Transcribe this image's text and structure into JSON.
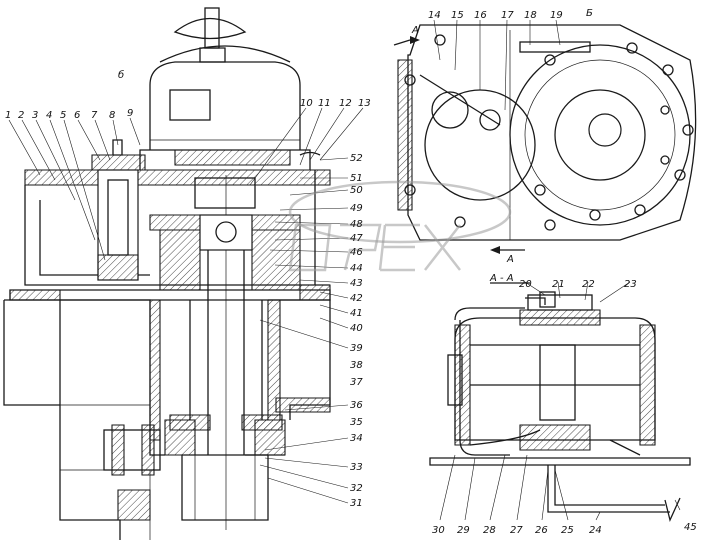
{
  "watermark": {
    "text": "DREX"
  },
  "view_labels": {
    "view_b_top": "б",
    "view_b_main": "Б",
    "section_a_arrow_left": "А",
    "section_a_arrow_right": "А",
    "section_a_a": "А - А"
  },
  "callouts": {
    "c1": "1",
    "c2": "2",
    "c3": "3",
    "c4": "4",
    "c5": "5",
    "c6": "6",
    "c7": "7",
    "c8": "8",
    "c9": "9",
    "c10": "10",
    "c11": "11",
    "c12": "12",
    "c13": "13",
    "c14": "14",
    "c15": "15",
    "c16": "16",
    "c17": "17",
    "c18": "18",
    "c19": "19",
    "c20": "20",
    "c21": "21",
    "c22": "22",
    "c23": "23",
    "c24": "24",
    "c25": "25",
    "c26": "26",
    "c27": "27",
    "c28": "28",
    "c29": "29",
    "c30": "30",
    "c31": "31",
    "c32": "32",
    "c33": "33",
    "c34": "34",
    "c35": "35",
    "c36": "36",
    "c37": "37",
    "c38": "38",
    "c39": "39",
    "c40": "40",
    "c41": "41",
    "c42": "42",
    "c43": "43",
    "c44": "44",
    "c45": "45",
    "c46": "46",
    "c47": "47",
    "c48": "48",
    "c49": "49",
    "c50": "50",
    "c51": "51",
    "c52": "52"
  }
}
